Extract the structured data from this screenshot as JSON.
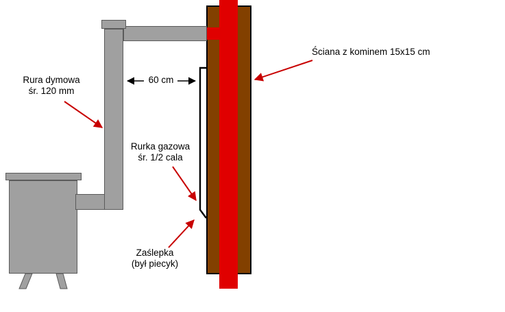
{
  "diagram": {
    "labels": {
      "smoke_pipe": {
        "line1": "Rura dymowa",
        "line2": "śr. 120 mm"
      },
      "wall_chimney": "Ściana z kominem 15x15 cm",
      "gas_pipe": {
        "line1": "Rurka gazowa",
        "line2": "śr. 1/2 cala"
      },
      "cap": {
        "line1": "Zaślepka",
        "line2": "(był piecyk)"
      },
      "dimension": "60 cm"
    },
    "colors": {
      "background": "#ffffff",
      "metal_gray": "#a0a0a0",
      "wall_brown": "#824000",
      "chimney_red": "#e00000",
      "arrow_red": "#c80000",
      "line_black": "#000000"
    }
  }
}
